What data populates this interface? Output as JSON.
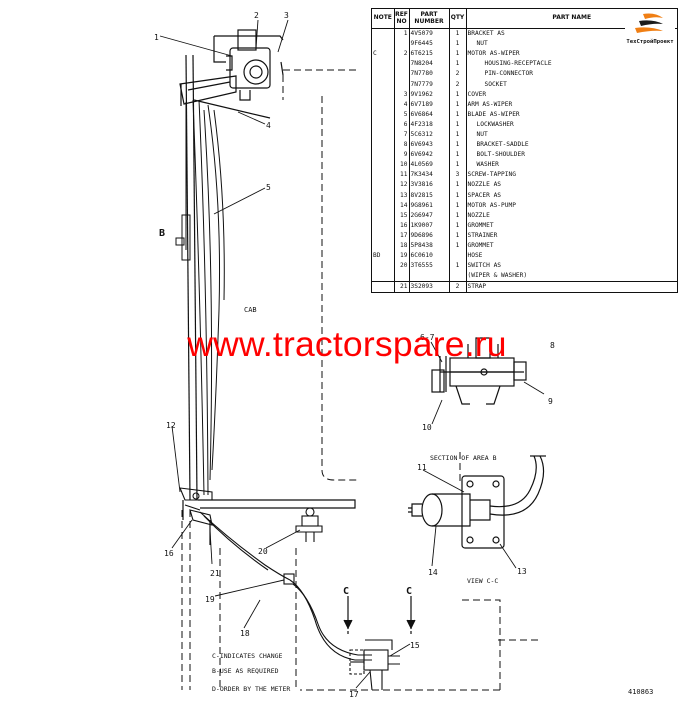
{
  "table": {
    "headers": {
      "note": "NOTE",
      "ref_no": "REF NO",
      "part_number": "PART NUMBER",
      "qty": "QTY",
      "part_name": "PART NAME"
    },
    "rows": [
      {
        "note": "",
        "ref": "1",
        "part": "4V5079",
        "qty": "1",
        "name": "BRACKET AS",
        "indent": 0
      },
      {
        "note": "",
        "ref": "",
        "part": "9F6445",
        "qty": "1",
        "name": "NUT",
        "indent": 1
      },
      {
        "note": "C",
        "ref": "2",
        "part": "6T6215",
        "qty": "1",
        "name": "MOTOR AS-WIPER",
        "indent": 0
      },
      {
        "note": "",
        "ref": "",
        "part": "7N8204",
        "qty": "1",
        "name": "HOUSING-RECEPTACLE",
        "indent": 2
      },
      {
        "note": "",
        "ref": "",
        "part": "7N7780",
        "qty": "2",
        "name": "PIN-CONNECTOR",
        "indent": 2
      },
      {
        "note": "",
        "ref": "",
        "part": "7N7779",
        "qty": "2",
        "name": "SOCKET",
        "indent": 2
      },
      {
        "note": "",
        "ref": "3",
        "part": "9V1962",
        "qty": "1",
        "name": "COVER",
        "indent": 0
      },
      {
        "note": "",
        "ref": "4",
        "part": "6V7189",
        "qty": "1",
        "name": "ARM AS-WIPER",
        "indent": 0
      },
      {
        "note": "",
        "ref": "5",
        "part": "6V6864",
        "qty": "1",
        "name": "BLADE AS-WIPER",
        "indent": 0
      },
      {
        "note": "",
        "ref": "6",
        "part": "4F2318",
        "qty": "1",
        "name": "LOCKWASHER",
        "indent": 1
      },
      {
        "note": "",
        "ref": "7",
        "part": "5C6312",
        "qty": "1",
        "name": "NUT",
        "indent": 1
      },
      {
        "note": "",
        "ref": "8",
        "part": "6V6943",
        "qty": "1",
        "name": "BRACKET-SADDLE",
        "indent": 1
      },
      {
        "note": "",
        "ref": "9",
        "part": "6V6942",
        "qty": "1",
        "name": "BOLT-SHOULDER",
        "indent": 1
      },
      {
        "note": "",
        "ref": "10",
        "part": "4L0569",
        "qty": "1",
        "name": "WASHER",
        "indent": 1
      },
      {
        "note": "",
        "ref": "11",
        "part": "7K3434",
        "qty": "3",
        "name": "SCREW-TAPPING",
        "indent": 0
      },
      {
        "note": "",
        "ref": "12",
        "part": "3V3816",
        "qty": "1",
        "name": "NOZZLE AS",
        "indent": 0
      },
      {
        "note": "",
        "ref": "13",
        "part": "8V2815",
        "qty": "1",
        "name": "SPACER AS",
        "indent": 0
      },
      {
        "note": "",
        "ref": "14",
        "part": "9G8961",
        "qty": "1",
        "name": "MOTOR AS-PUMP",
        "indent": 0
      },
      {
        "note": "",
        "ref": "15",
        "part": "2G6947",
        "qty": "1",
        "name": "NOZZLE",
        "indent": 0
      },
      {
        "note": "",
        "ref": "16",
        "part": "1K9007",
        "qty": "1",
        "name": "GROMMET",
        "indent": 0
      },
      {
        "note": "",
        "ref": "17",
        "part": "9D6896",
        "qty": "1",
        "name": "STRAINER",
        "indent": 0
      },
      {
        "note": "",
        "ref": "18",
        "part": "5P8438",
        "qty": "1",
        "name": "GROMMET",
        "indent": 0
      },
      {
        "note": "BD",
        "ref": "19",
        "part": "6C0610",
        "qty": "",
        "name": "HOSE",
        "indent": 0
      },
      {
        "note": "",
        "ref": "20",
        "part": "3T6555",
        "qty": "1",
        "name": "SWITCH AS",
        "indent": 0
      },
      {
        "note": "",
        "ref": "",
        "part": "",
        "qty": "",
        "name": "(WIPER & WASHER)",
        "indent": 0
      },
      {
        "note": "",
        "ref": "21",
        "part": "3S2093",
        "qty": "2",
        "name": "STRAP",
        "indent": 0
      }
    ]
  },
  "logo": {
    "text": "ТехСтройПроект",
    "color": "#f07f14"
  },
  "watermark": {
    "text": "www.tractorspare.ru",
    "color": "#ff0000"
  },
  "diagram": {
    "callouts": [
      "1",
      "2",
      "3",
      "4",
      "5",
      "6-7",
      "8",
      "9",
      "10",
      "11",
      "12",
      "13",
      "14",
      "15",
      "16",
      "17",
      "18",
      "19",
      "20",
      "21"
    ],
    "view_b_letter": "B",
    "view_c_letter": "C",
    "cab_label": "CAB",
    "section_label": "SECTION OF AREA B",
    "view_label": "VIEW C-C",
    "notes": [
      "C-INDICATES CHANGE",
      "B-USE AS REQUIRED",
      "D-ORDER BY THE METER"
    ],
    "drawing_number": "410863"
  }
}
